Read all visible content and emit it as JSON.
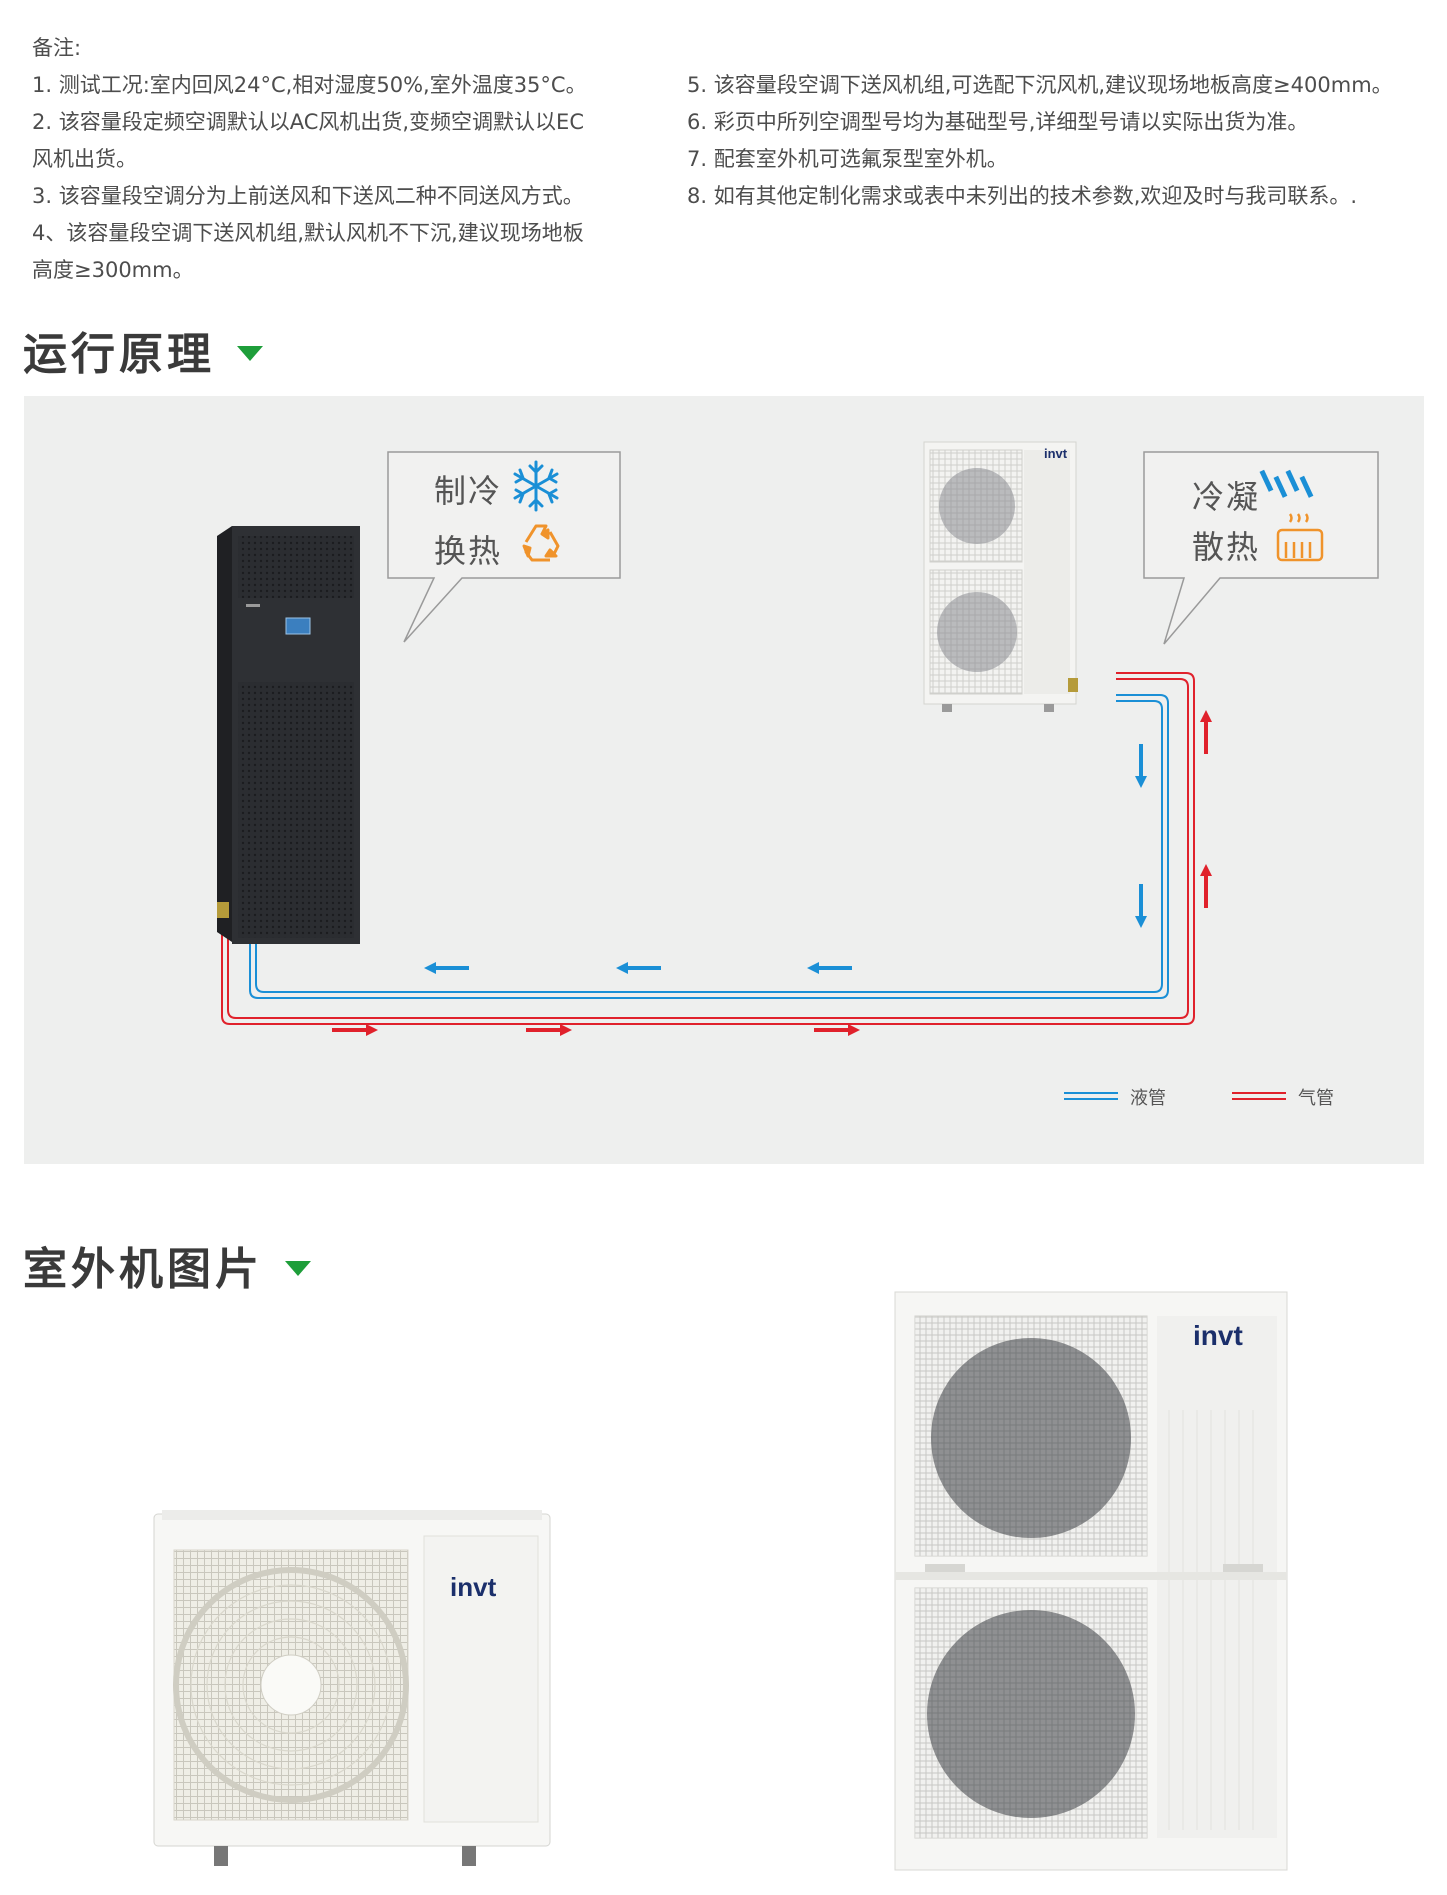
{
  "notes": {
    "heading": "备注:",
    "left": [
      "1. 测试工况:室内回风24°C,相对湿度50%,室外温度35°C。",
      "2. 该容量段定频空调默认以AC风机出货,变频空调默认以EC",
      "风机出货。",
      "3. 该容量段空调分为上前送风和下送风二种不同送风方式。",
      "4、该容量段空调下送风机组,默认风机不下沉,建议现场地板",
      "高度≥300mm。"
    ],
    "right": [
      "5. 该容量段空调下送风机组,可选配下沉风机,建议现场地板高度≥400mm。",
      "6. 彩页中所列空调型号均为基础型号,详细型号请以实际出货为准。",
      "7. 配套室外机可选氟泵型室外机。",
      "8. 如有其他定制化需求或表中未列出的技术参数,欢迎及时与我司联系。."
    ]
  },
  "sections": {
    "principle": "运行原理",
    "outdoor": "室外机图片"
  },
  "diagram": {
    "indoor_callout": {
      "line1": "制冷",
      "line2": "换热"
    },
    "outdoor_callout": {
      "line1": "冷凝",
      "line2": "散热"
    },
    "legend": {
      "liquid": "液管",
      "gas": "气管"
    },
    "colors": {
      "liquid": "#1a8fd6",
      "gas": "#e0212b",
      "accent": "#1e9e3a",
      "orange": "#f0932b"
    },
    "icons": [
      "snowflake-icon",
      "recycle-icon",
      "condense-icon",
      "heat-icon"
    ]
  },
  "brand": "invt"
}
